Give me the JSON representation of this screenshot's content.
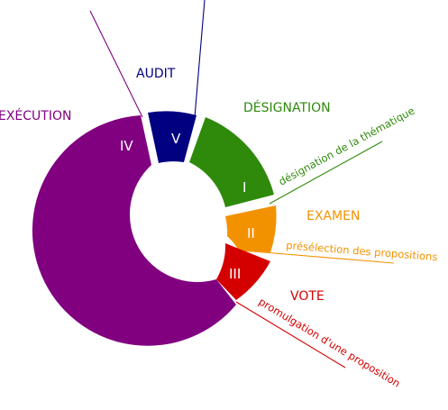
{
  "diagram": {
    "stages": [
      {
        "numeral": "I",
        "name": "DÉSIGNATION",
        "note": "désignation de la thématique",
        "color": "#2f8a0c"
      },
      {
        "numeral": "II",
        "name": "EXAMEN",
        "note": "présélection des propositions",
        "color": "#f39200"
      },
      {
        "numeral": "III",
        "name": "VOTE",
        "note": "promulgation d'une proposition",
        "color": "#d40000"
      },
      {
        "numeral": "IV",
        "name": "EXÉCUTION",
        "note": "",
        "color": "#800080"
      },
      {
        "numeral": "V",
        "name": "AUDIT",
        "note": "",
        "color": "#000080"
      }
    ]
  }
}
